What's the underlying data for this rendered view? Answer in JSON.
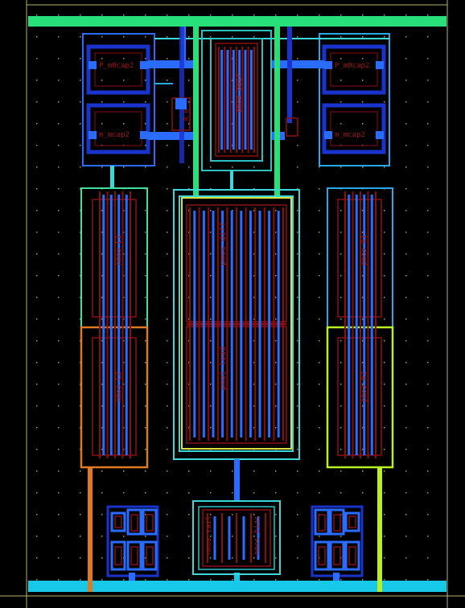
{
  "colors": {
    "background": "#000000",
    "dots": "#9a9a9a",
    "boundary": "#b8b070",
    "vdd_rail": "#28e07a",
    "gnd_rail": "#18c8e8",
    "metal_blue": "#2a6cff",
    "metal_dark_blue": "#1a33cc",
    "poly_red": "#8a1010",
    "cyan_outline": "#3ad8d8",
    "teal_outline": "#2ec0c0",
    "green_outline": "#3ee0a0",
    "orange_outline": "#e07a20",
    "lime_outline": "#b8f020",
    "light_blue_outline": "#28a8e8",
    "yellow_outline": "#d8e040",
    "label_text": "#a01818"
  },
  "devices": {
    "pmos_left": "P_m0cap2",
    "pmos_right": "P_m0cap2",
    "nmos_left": "m_mcap2",
    "nmos_right": "m_mcap2",
    "resistor_small": "R_m",
    "center_top": "pmos_pair",
    "left_upper": "nmos_L1",
    "left_lower": "nmos_L2",
    "right_upper": "pmos_R1",
    "right_lower": "pmos_R2",
    "center_big_upper": "pmos_diff",
    "center_big_lower": "pmos_load",
    "bottom_center": "nmos_tail",
    "bottom_center_2": "nmos_bias"
  }
}
